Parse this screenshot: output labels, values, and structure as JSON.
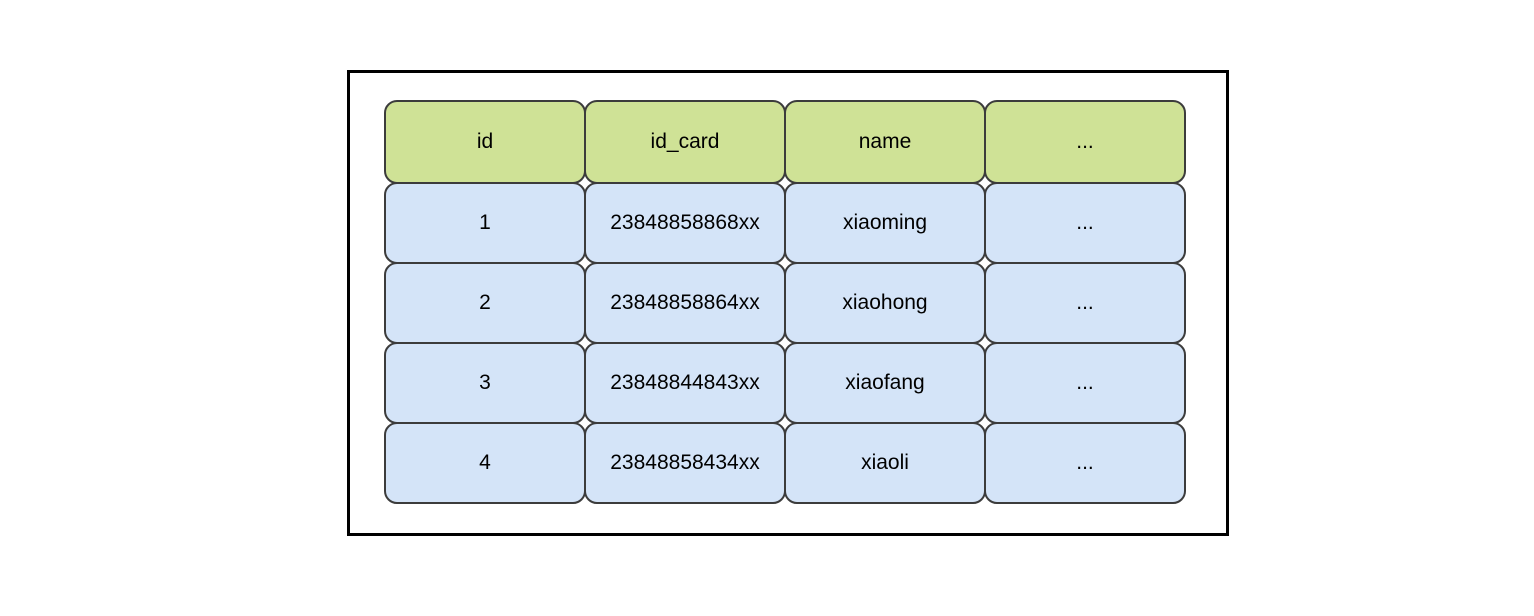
{
  "diagram": {
    "type": "table",
    "table": {
      "columns": [
        "id",
        "id_card",
        "name",
        "..."
      ],
      "rows": [
        [
          "1",
          "23848858868xx",
          "xiaoming",
          "..."
        ],
        [
          "2",
          "23848858864xx",
          "xiaohong",
          "..."
        ],
        [
          "3",
          "23848844843xx",
          "xiaofang",
          "..."
        ],
        [
          "4",
          "23848858434xx",
          "xiaoli",
          "..."
        ]
      ]
    }
  },
  "colors": {
    "header_fill": "#cfe296",
    "row_fill": "#d4e4f8",
    "cell_border": "#3c3c3c",
    "frame_border": "#000000",
    "background": "#ffffff"
  }
}
